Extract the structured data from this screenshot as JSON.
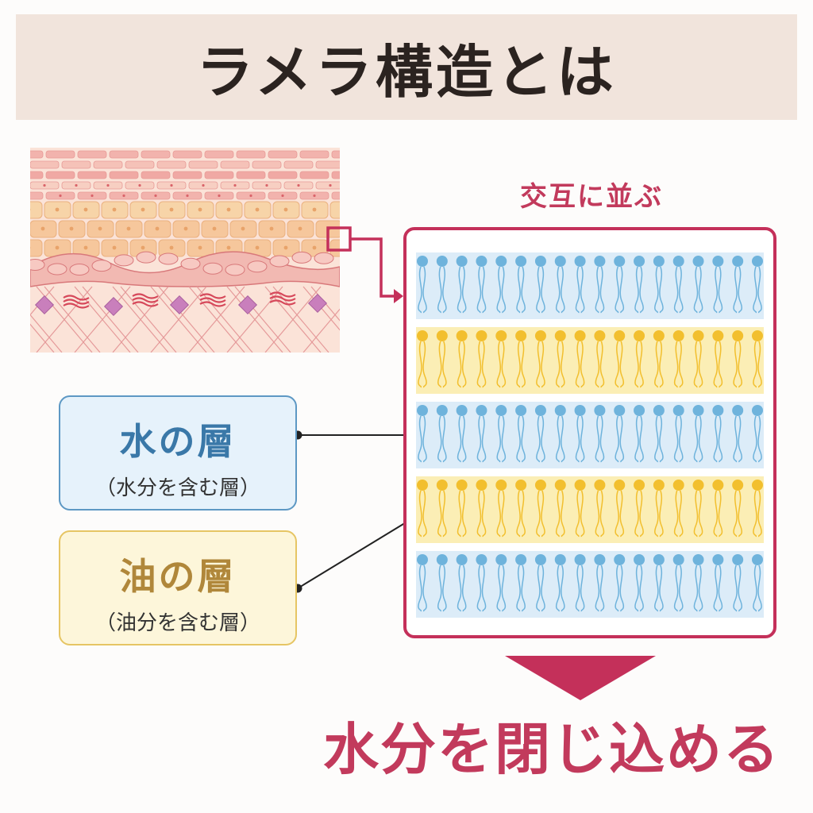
{
  "title": "ラメラ構造とは",
  "alternating_label": "交互に並ぶ",
  "water_layer": {
    "name": "水の層",
    "description": "（水分を含む層）"
  },
  "oil_layer": {
    "name": "油の層",
    "description": "（油分を含む層）"
  },
  "conclusion": "水分を閉じ込める",
  "colors": {
    "accent": "#c4305a",
    "water_band": "#dcecf8",
    "water_lipid": "#6eb3dc",
    "oil_band": "#fbeeb5",
    "oil_lipid": "#f2bf2e",
    "title_bg": "#f1e4dc"
  },
  "layers": [
    "water",
    "oil",
    "water",
    "oil",
    "water"
  ]
}
